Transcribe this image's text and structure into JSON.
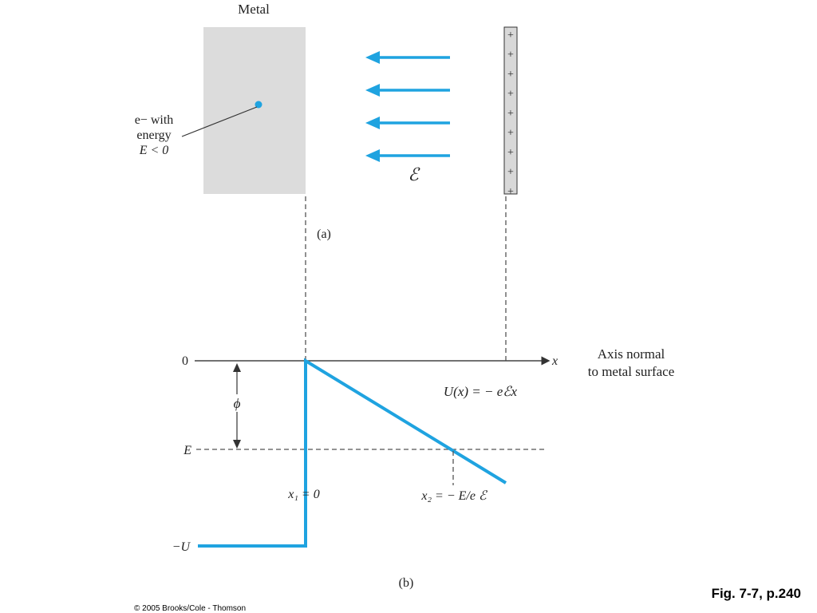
{
  "panel_a": {
    "metal_label": "Metal",
    "electron_label_line1": "e− with",
    "electron_label_line2": "energy",
    "electron_label_line3": "E < 0",
    "field_symbol": "ℰ",
    "plate_sign": "+",
    "panel_label": "(a)"
  },
  "panel_b": {
    "zero_label": "0",
    "x_axis_label": "x",
    "axis_caption_line1": "Axis normal",
    "axis_caption_line2": "to metal surface",
    "phi_label": "ϕ",
    "energy_label": "E",
    "minus_u_label": "−U",
    "potential_eq": "U(x) = − eℰx",
    "x1_label": "x₁ = 0",
    "x2_label": "x₂ = − E/e ℰ",
    "panel_label": "(b)"
  },
  "footer": {
    "copyright": "© 2005 Brooks/Cole - Thomson",
    "figure_ref": "Fig. 7-7, p.240"
  },
  "colors": {
    "accent": "#1fa3e0",
    "metal_fill": "#dcdcdc",
    "plate_fill": "#d8d8d8"
  }
}
